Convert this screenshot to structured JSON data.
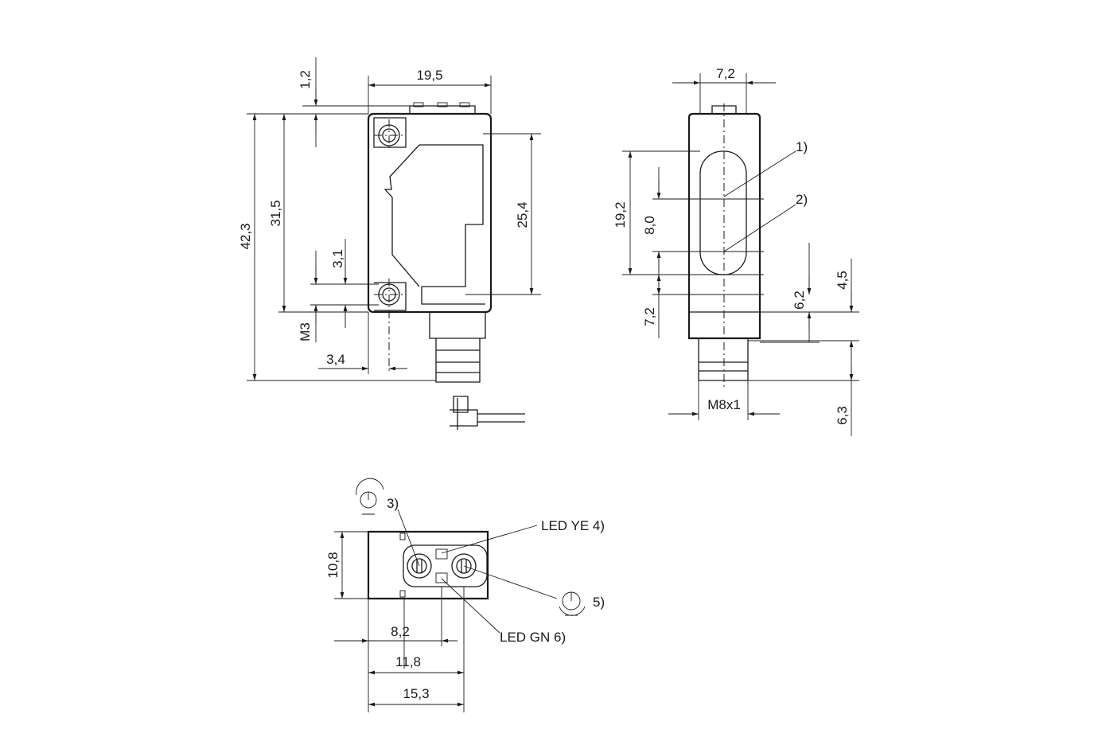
{
  "front_view": {
    "width": "19,5",
    "top_offset": "1,2",
    "height_total": "42,3",
    "hole_spacing": "31,5",
    "window_height": "25,4",
    "hole_offset": "3,1",
    "thread": "M3",
    "hole_x": "3,4"
  },
  "side_view": {
    "width": "7,2",
    "h1": "19,2",
    "h2": "8,0",
    "h3": "7,2",
    "h4": "6,2",
    "h5": "4,5",
    "h6": "6,3",
    "connector": "M8x1",
    "ref1": "1)",
    "ref2": "2)"
  },
  "bottom_view": {
    "height": "10,8",
    "d1": "8,2",
    "d2": "11,8",
    "d3": "15,3",
    "led_ye": "LED YE 4)",
    "led_gn": "LED GN 6)",
    "ref3": "3)",
    "ref5": "5)"
  }
}
